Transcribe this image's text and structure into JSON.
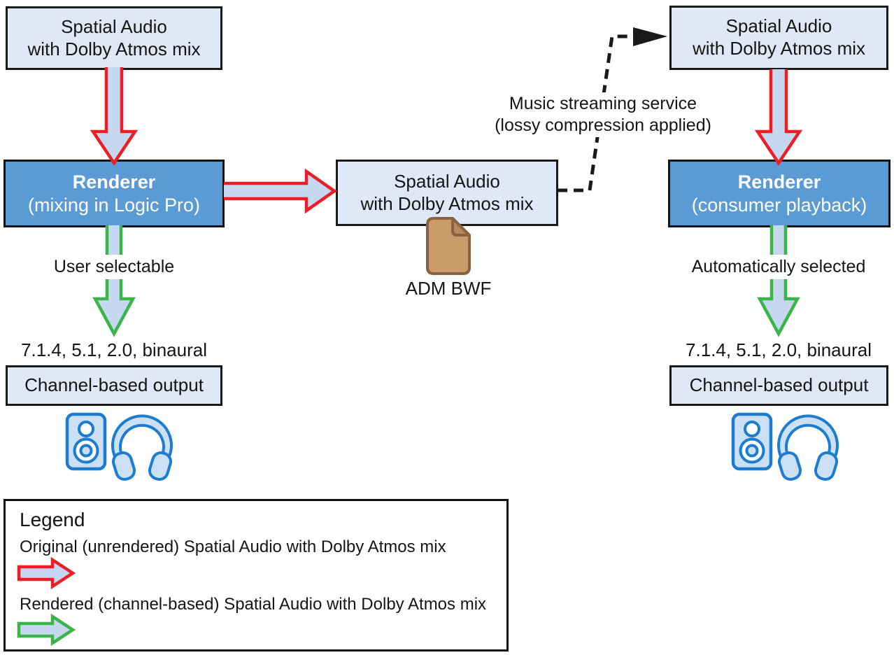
{
  "flows": {
    "left": {
      "source": {
        "line1": "Spatial Audio",
        "line2": "with Dolby Atmos mix"
      },
      "renderer": {
        "title": "Renderer",
        "subtitle": "(mixing in Logic Pro)"
      },
      "selection": "User selectable",
      "formats": "7.1.4, 5.1, 2.0, binaural",
      "output": "Channel-based output"
    },
    "right": {
      "source": {
        "line1": "Spatial Audio",
        "line2": "with Dolby Atmos mix"
      },
      "renderer": {
        "title": "Renderer",
        "subtitle": "(consumer playback)"
      },
      "selection": "Automatically selected",
      "formats": "7.1.4, 5.1, 2.0, binaural",
      "output": "Channel-based output"
    },
    "middle": {
      "file_box": {
        "line1": "Spatial Audio",
        "line2": "with Dolby Atmos mix"
      },
      "file_label": "ADM BWF",
      "streaming": {
        "line1": "Music streaming service",
        "line2": "(lossy compression applied)"
      }
    }
  },
  "legend": {
    "title": "Legend",
    "items": [
      {
        "label": "Original (unrendered) Spatial Audio with Dolby Atmos mix",
        "arrow_color": "#ec1e27"
      },
      {
        "label": "Rendered (channel-based) Spatial Audio with Dolby Atmos mix",
        "arrow_color": "#3bb44a"
      }
    ]
  },
  "colors": {
    "original_flow_red": "#ec1e27",
    "rendered_flow_green": "#3bb44a",
    "arrow_fill": "#c5d8f0",
    "box_fill": "#dfe8f6",
    "renderer_fill": "#5b9bd5",
    "outline": "#1a1a1a",
    "device_icon_blue": "#1b7cd0",
    "device_icon_fill": "#cce0f5",
    "file_icon_brown": "#c89b69",
    "file_icon_border": "#8a6240"
  },
  "icons": {
    "speaker": "speaker-icon",
    "headphones": "headphones-icon",
    "adm_file": "document-file-icon",
    "streaming_connector": "dashed-arrow-icon"
  }
}
